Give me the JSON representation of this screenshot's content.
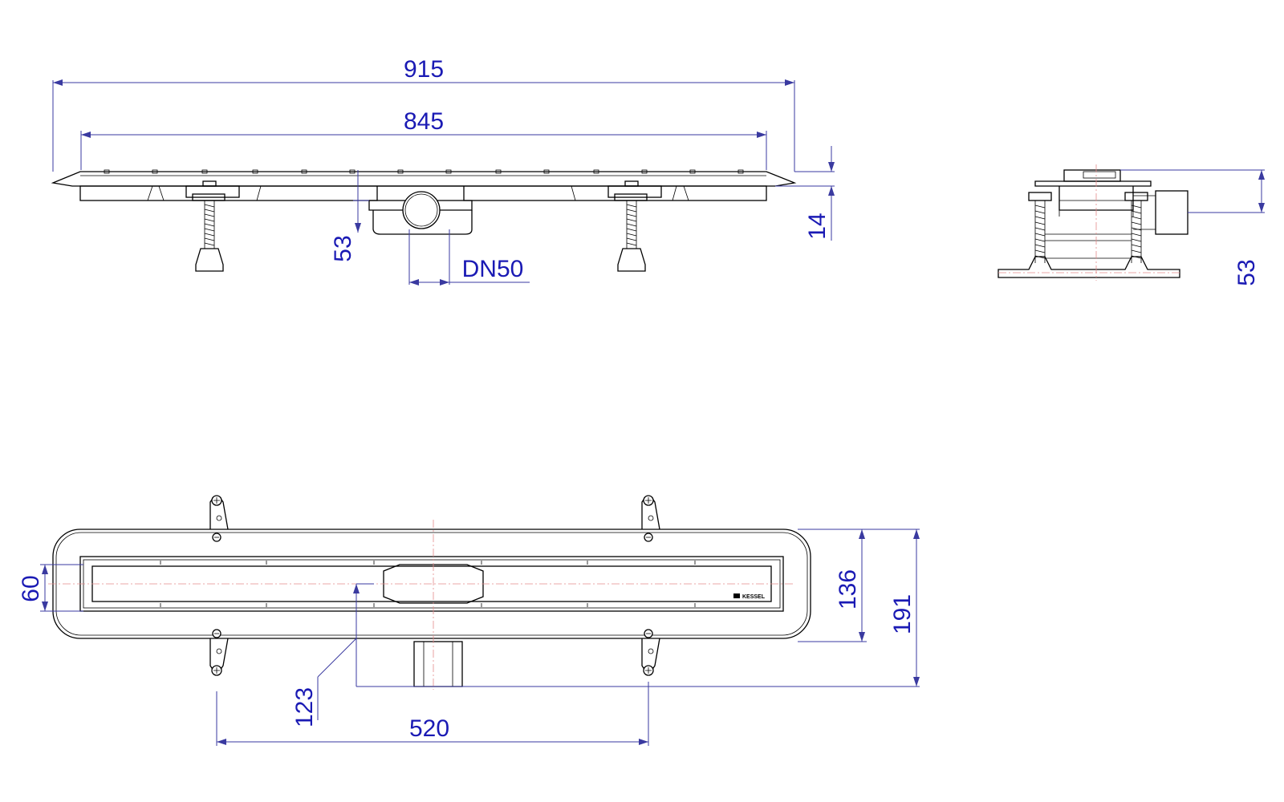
{
  "drawing": {
    "colors": {
      "dimension": "#1a1ab4",
      "line": "#000000",
      "centerline": "#e58a8a"
    },
    "side_view": {
      "dim_overall_length": "915",
      "dim_channel_length": "845",
      "dim_height": "53",
      "dim_outlet": "DN50",
      "dim_flange": "14"
    },
    "end_view": {
      "dim_height": "53"
    },
    "top_view": {
      "brand_text": "KESSEL",
      "dim_channel_width": "60",
      "dim_outlet_offset": "123",
      "dim_foot_spacing": "520",
      "dim_flange_width": "136",
      "dim_overall_width": "191"
    }
  }
}
